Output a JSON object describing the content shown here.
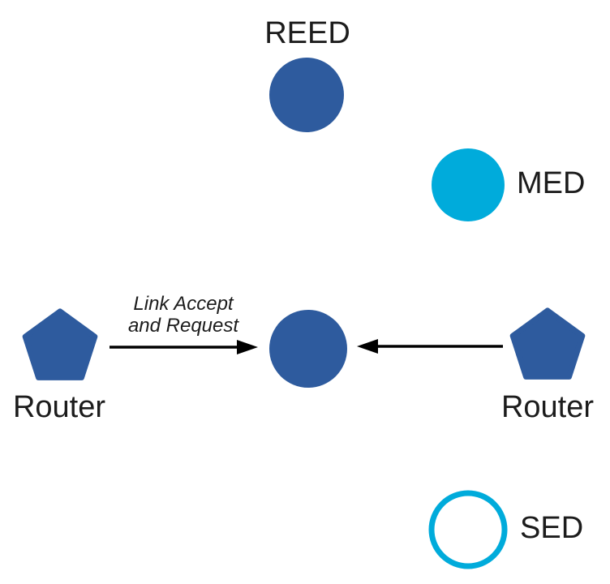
{
  "diagram": {
    "colors": {
      "background": "#ffffff",
      "node_blue": "#2e5b9e",
      "node_cyan": "#00abdb",
      "arrow": "#000000",
      "text": "#1c1c1c"
    },
    "nodes": {
      "reed": {
        "label": "REED",
        "shape": "circle",
        "style": "filled-blue"
      },
      "med": {
        "label": "MED",
        "shape": "circle",
        "style": "filled-cyan"
      },
      "parent": {
        "label": "",
        "shape": "circle",
        "style": "filled-blue"
      },
      "sed": {
        "label": "SED",
        "shape": "circle",
        "style": "outlined-cyan"
      },
      "router_left": {
        "label": "Router",
        "shape": "pentagon",
        "style": "filled-blue"
      },
      "router_right": {
        "label": "Router",
        "shape": "pentagon",
        "style": "filled-blue"
      }
    },
    "edges": {
      "left": {
        "from": "router_left",
        "to": "parent",
        "label_line1": "Link Accept",
        "label_line2": "and Request"
      },
      "right": {
        "from": "router_right",
        "to": "parent"
      }
    }
  }
}
